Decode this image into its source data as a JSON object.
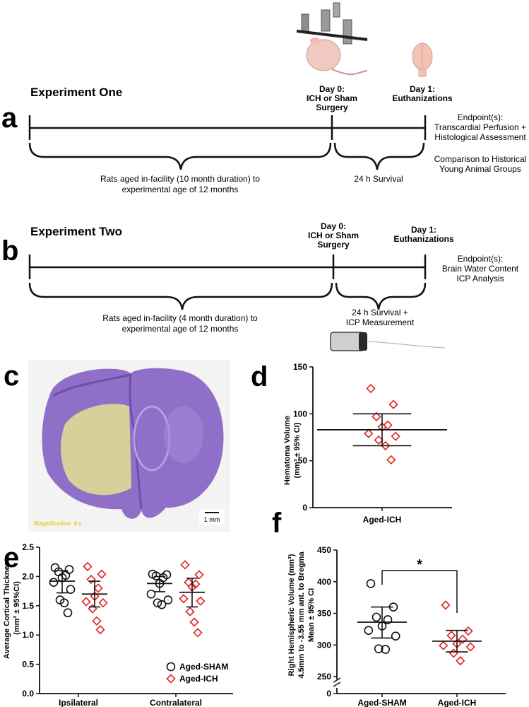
{
  "panel_letters": {
    "a": "a",
    "b": "b",
    "c": "c",
    "d": "d",
    "e": "e",
    "f": "f"
  },
  "experiment_one": {
    "title": "Experiment One",
    "day0_line1": "Day 0:",
    "day0_line2": "ICH or Sham",
    "day0_line3": "Surgery",
    "day1_line1": "Day 1:",
    "day1_line2": "Euthanizations",
    "aging_line1": "Rats aged in-facility (10 month duration) to",
    "aging_line2": "experimental age of 12 months",
    "survival": "24 h Survival",
    "endpoint_lines": [
      "Endpoint(s):",
      "Transcardial Perfusion +",
      "Histological Assessment",
      "",
      "Comparison to Historical",
      "Young Animal Groups"
    ]
  },
  "experiment_two": {
    "title": "Experiment Two",
    "day0_line1": "Day 0:",
    "day0_line2": "ICH or Sham",
    "day0_line3": "Surgery",
    "day1_line1": "Day 1:",
    "day1_line2": "Euthanizations",
    "aging_line1": "Rats aged in-facility (4 month duration) to",
    "aging_line2": "experimental age of 12 months",
    "survival_line1": "24 h Survival +",
    "survival_line2": "ICP Measurement",
    "endpoint_lines": [
      "Endpoint(s):",
      "Brain Water Content",
      "ICP Analysis"
    ]
  },
  "panel_c": {
    "magnification": "Magnification: 4 x",
    "scale_bar": "1 mm",
    "colors": {
      "tissue": "#8f6fc8",
      "tissue_dark": "#6a4fb0",
      "lesion": "#d9cf9a",
      "background": "#f3f3f3"
    }
  },
  "colors": {
    "sham": "#111111",
    "ich": "#e0211d",
    "axis": "#111111"
  },
  "chart_data": [
    {
      "panel": "d",
      "type": "scatter",
      "ylabel_line1": "Hematoma Volume",
      "ylabel_line2": "(mm³ ± 95% CI)",
      "ylim": [
        0,
        150
      ],
      "yticks": [
        0,
        50,
        100,
        150
      ],
      "categories": [
        "Aged-ICH"
      ],
      "series": [
        {
          "name": "Aged-ICH",
          "color": "#e0211d",
          "marker": "diamond",
          "values": [
            127,
            110,
            97,
            88,
            86,
            79,
            76,
            72,
            66,
            51
          ],
          "mean": 83,
          "ci": [
            66,
            100
          ]
        }
      ]
    },
    {
      "panel": "e",
      "type": "scatter",
      "ylabel_line1": "Average Cortical Thickness",
      "ylabel_line2": "(mm² ± 95%CI)",
      "ylim": [
        0,
        2.5
      ],
      "yticks": [
        "0.0",
        "0.5",
        "1.0",
        "1.5",
        "2.0",
        "2.5"
      ],
      "categories": [
        "Ipsilateral",
        "Contralateral"
      ],
      "series": [
        {
          "name": "Aged-SHAM",
          "color": "#111111",
          "marker": "circle",
          "values_by_category": [
            [
              2.15,
              2.12,
              2.08,
              2.02,
              1.98,
              1.9,
              1.78,
              1.6,
              1.55,
              1.38
            ],
            [
              2.04,
              2.03,
              2.01,
              1.98,
              1.88,
              1.7,
              1.6,
              1.55,
              1.52
            ]
          ],
          "means": [
            1.92,
            1.88
          ],
          "ci": [
            [
              1.72,
              2.1
            ],
            [
              1.74,
              2.0
            ]
          ]
        },
        {
          "name": "Aged-ICH",
          "color": "#e0211d",
          "marker": "diamond",
          "values_by_category": [
            [
              2.17,
              2.04,
              1.95,
              1.8,
              1.66,
              1.57,
              1.55,
              1.45,
              1.24,
              1.09
            ],
            [
              2.2,
              2.03,
              1.9,
              1.87,
              1.82,
              1.62,
              1.58,
              1.4,
              1.22,
              1.04
            ]
          ],
          "means": [
            1.7,
            1.73
          ],
          "ci": [
            [
              1.48,
              1.92
            ],
            [
              1.48,
              1.97
            ]
          ]
        }
      ],
      "legend": {
        "placement": "bottom-right",
        "items": [
          "Aged-SHAM",
          "Aged-ICH"
        ]
      }
    },
    {
      "panel": "f",
      "type": "scatter",
      "ylabel_line1": "Right Hemispheric Volume (mm³)",
      "ylabel_line2": "4.5mm to -3.55 mm ant. to Bregma",
      "ylabel_line3": "Mean ± 95% CI",
      "ylim": [
        250,
        450
      ],
      "axis_break": true,
      "yticks": [
        0,
        250,
        300,
        350,
        400,
        450
      ],
      "categories": [
        "Aged-SHAM",
        "Aged-ICH"
      ],
      "series": [
        {
          "name": "Aged-SHAM",
          "color": "#111111",
          "marker": "circle",
          "values": [
            397,
            360,
            344,
            340,
            330,
            323,
            314,
            294,
            293
          ],
          "mean": 336,
          "ci": [
            311,
            360
          ]
        },
        {
          "name": "Aged-ICH",
          "color": "#e0211d",
          "marker": "diamond",
          "values": [
            363,
            322,
            315,
            309,
            302,
            299,
            297,
            287,
            275
          ],
          "mean": 306,
          "ci": [
            289,
            323
          ]
        }
      ],
      "significance": "*"
    }
  ]
}
